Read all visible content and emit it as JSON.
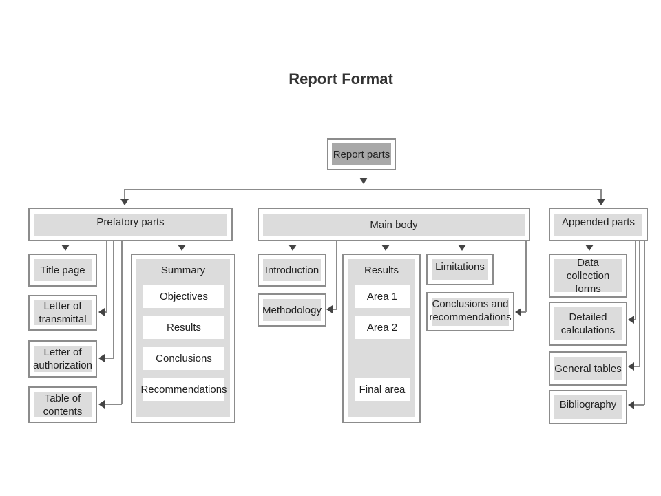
{
  "title": "Report Format",
  "root": "Report parts",
  "prefatory": {
    "header": "Prefatory parts",
    "items": [
      "Title page",
      "Letter of transmittal",
      "Letter of authorization",
      "Table of contents"
    ],
    "summary": {
      "label": "Summary",
      "items": [
        "Objectives",
        "Results",
        "Conclusions",
        "Recommendations"
      ]
    }
  },
  "main": {
    "header": "Main body",
    "introduction": "Introduction",
    "methodology": "Methodology",
    "results": {
      "label": "Results",
      "items": [
        "Area 1",
        "Area 2",
        "Final area"
      ]
    },
    "limitations": "Limitations",
    "conclusions": "Conclusions and recommendations"
  },
  "appended": {
    "header": "Appended parts",
    "items": [
      "Data collection forms",
      "Detailed calculations",
      "General tables",
      "Bibliography"
    ]
  }
}
